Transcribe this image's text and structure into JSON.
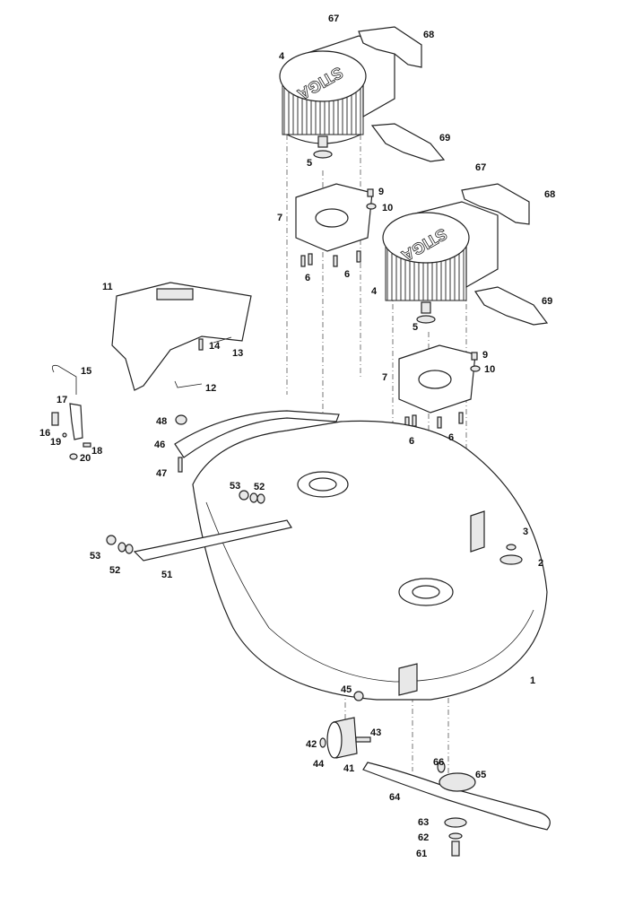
{
  "diagram": {
    "title": "Cutting deck exploded parts diagram",
    "logo_text": "STIGA",
    "callouts": [
      "67",
      "68",
      "4",
      "69",
      "5",
      "9",
      "10",
      "7",
      "6",
      "6",
      "67",
      "68",
      "4",
      "69",
      "5",
      "9",
      "10",
      "7",
      "6",
      "6",
      "11",
      "14",
      "13",
      "12",
      "15",
      "17",
      "16",
      "19",
      "18",
      "20",
      "48",
      "46",
      "47",
      "53",
      "52",
      "53",
      "52",
      "51",
      "3",
      "2",
      "1",
      "45",
      "43",
      "42",
      "44",
      "41",
      "66",
      "65",
      "64",
      "63",
      "62",
      "61"
    ]
  }
}
